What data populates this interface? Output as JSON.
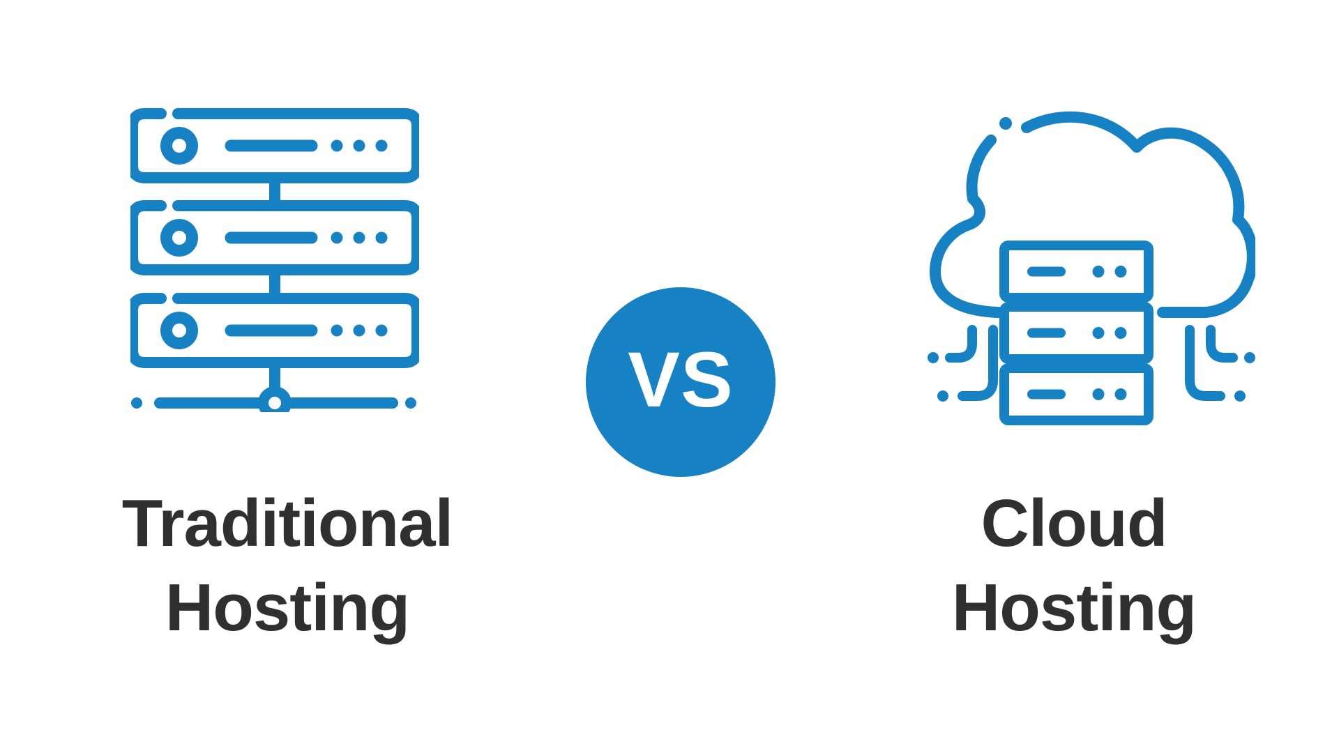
{
  "page": {
    "background": "#ffffff"
  },
  "colors": {
    "accent": "#1682c3",
    "text": "#303030",
    "vs_text": "#ffffff"
  },
  "left": {
    "icon": "server-stack-icon",
    "label_line1": "Traditional",
    "label_line2": "Hosting"
  },
  "middle": {
    "vs_label": "VS"
  },
  "right": {
    "icon": "cloud-server-icon",
    "label_line1": "Cloud",
    "label_line2": "Hosting"
  }
}
